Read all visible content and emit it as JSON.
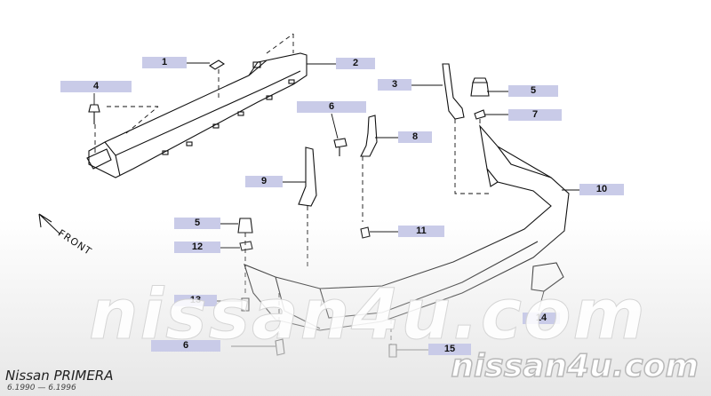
{
  "diagram": {
    "callouts": [
      {
        "id": "c1",
        "label": "1"
      },
      {
        "id": "c2",
        "label": "2"
      },
      {
        "id": "c3",
        "label": "3"
      },
      {
        "id": "c4",
        "label": "4"
      },
      {
        "id": "c5a",
        "label": "5"
      },
      {
        "id": "c5b",
        "label": "5"
      },
      {
        "id": "c6a",
        "label": "6"
      },
      {
        "id": "c6b",
        "label": "6"
      },
      {
        "id": "c7",
        "label": "7"
      },
      {
        "id": "c8",
        "label": "8"
      },
      {
        "id": "c9",
        "label": "9"
      },
      {
        "id": "c10",
        "label": "10"
      },
      {
        "id": "c11",
        "label": "11"
      },
      {
        "id": "c12",
        "label": "12"
      },
      {
        "id": "c13",
        "label": "13"
      },
      {
        "id": "c14",
        "label": "14"
      },
      {
        "id": "c15",
        "label": "15"
      }
    ],
    "direction_label": "FRONT",
    "colors": {
      "callout_bg": "#c9cbe8",
      "line": "#111111",
      "bumper_fill": "#ffffff"
    }
  },
  "watermark": {
    "large": "nissan4u.com",
    "small": "nissan4u.com"
  },
  "model": {
    "name": "Nissan PRIMERA",
    "years": "6.1990 — 6.1996"
  }
}
